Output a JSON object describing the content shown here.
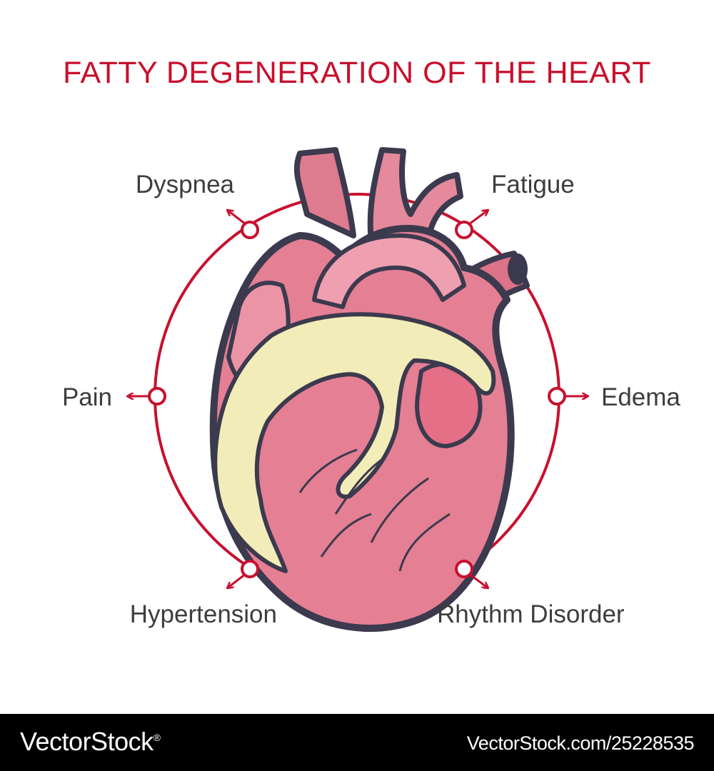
{
  "title": "FATTY DEGENERATION OF THE HEART",
  "colors": {
    "accent": "#c8102e",
    "label_text": "#3d3d3d",
    "heart_pink": "#e57f94",
    "heart_outline": "#3b3a4e",
    "fat_yellow": "#f2ecb8",
    "footer_bg": "#000000"
  },
  "symptoms": {
    "dyspnea": "Dyspnea",
    "fatigue": "Fatigue",
    "pain": "Pain",
    "edema": "Edema",
    "hypertension": "Hypertension",
    "rhythm_disorder": "Rhythm Disorder"
  },
  "footer": {
    "brand": "VectorStock",
    "registered_mark": "®",
    "url": "VectorStock.com/25228535"
  }
}
